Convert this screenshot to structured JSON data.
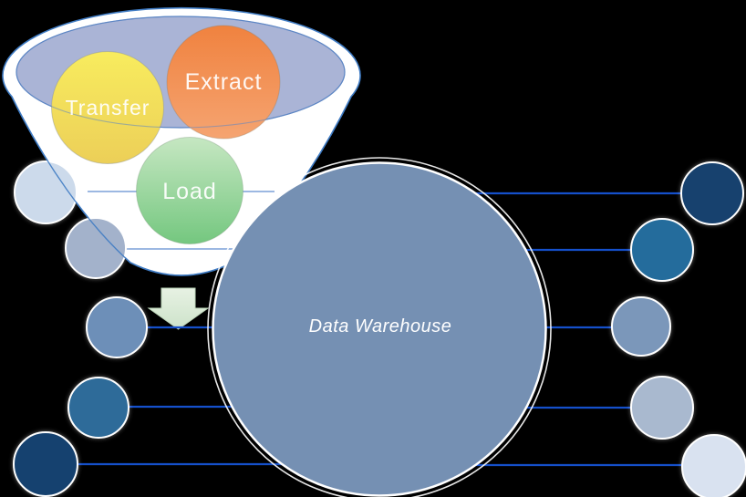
{
  "scene": {
    "background": "#000000"
  },
  "funnel": {
    "body_fill": "#ffffff",
    "outline": "#3f7bc3",
    "basin_fill": "#aab4d6",
    "basin_outline": "#5d86c4",
    "divider_color": "#7ba0d8",
    "stages": [
      {
        "label": "Transfer",
        "color_top": "#f8ec5e",
        "color_bottom": "#eccf58"
      },
      {
        "label": "Extract",
        "color_top": "#f0823f",
        "color_bottom": "#f5a471"
      },
      {
        "label": "Load",
        "color_top": "#c6e7c2",
        "color_bottom": "#74c77f"
      }
    ]
  },
  "flow_arrow": {
    "color_top": "#e7f1e3",
    "color_bottom": "#cde3ca",
    "outline": "#bdd6ba"
  },
  "warehouse": {
    "label": "Data Warehouse",
    "fill": "#7590b3",
    "ring_color": "#ffffff"
  },
  "connector_color": "#1550cb",
  "source_nodes": [
    {
      "color": "#ccdaeb"
    },
    {
      "color": "#a3b2cb"
    },
    {
      "color": "#6d8fb8"
    },
    {
      "color": "#2e6b99"
    },
    {
      "color": "#15416f"
    }
  ],
  "target_nodes": [
    {
      "color": "#17416e"
    },
    {
      "color": "#246c9c"
    },
    {
      "color": "#7b97ba"
    },
    {
      "color": "#a9b9cf"
    },
    {
      "color": "#d9e2f0"
    }
  ]
}
